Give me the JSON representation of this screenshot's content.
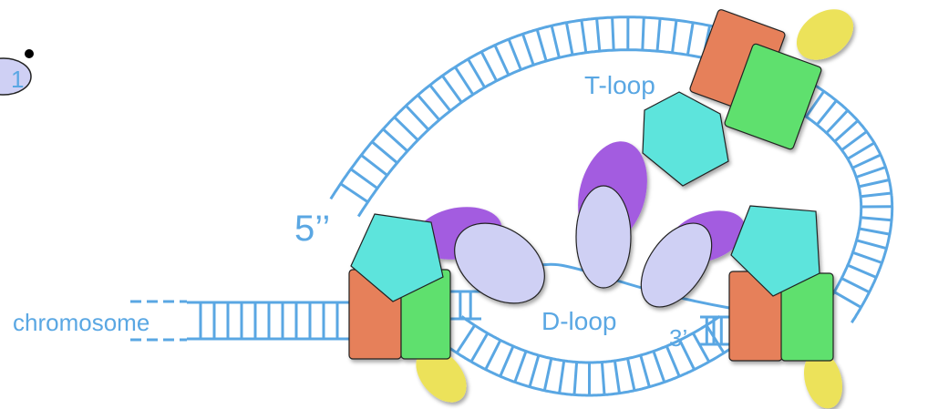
{
  "labels": {
    "t_loop": "T-loop",
    "d_loop": "D-loop",
    "five_prime": "5’’",
    "three_prime": "3’",
    "chromosome": "chromosome",
    "corner_glyph": "1"
  },
  "colors": {
    "dna_strand": "#5aa7e3",
    "pentagon": "#5de4dc",
    "orange_block": "#e6805a",
    "green_block": "#5ee06e",
    "purple_oval": "#a35ce0",
    "lavender_oval": "#cfd0f4",
    "yellow_oval": "#ece25a",
    "outline": "#222222"
  }
}
